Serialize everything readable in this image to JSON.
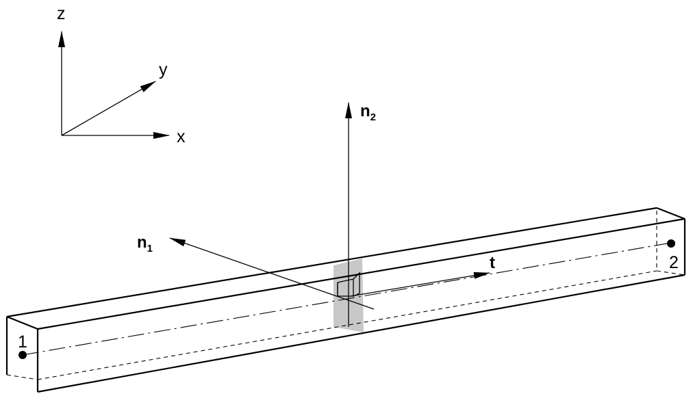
{
  "axes": {
    "x_label": "x",
    "y_label": "y",
    "z_label": "z"
  },
  "vectors": {
    "n1": {
      "base": "n",
      "sub": "1"
    },
    "n2": {
      "base": "n",
      "sub": "2"
    },
    "t": {
      "base": "t"
    }
  },
  "nodes": {
    "node1": "1",
    "node2": "2"
  },
  "colors": {
    "section_fill": "#c8c8c8",
    "line": "#000000"
  }
}
